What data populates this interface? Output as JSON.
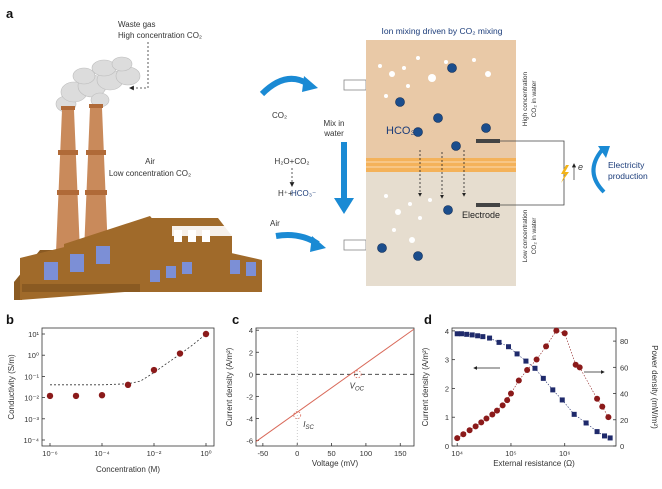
{
  "panels": {
    "a": "a",
    "b": "b",
    "c": "c",
    "d": "d"
  },
  "schematic": {
    "waste_gas": "Waste gas",
    "high_co2": "High concentration CO₂",
    "air": "Air",
    "low_co2": "Low concentration CO₂",
    "co2_inlet": "CO₂",
    "air_inlet": "Air",
    "mix_line1": "Mix in",
    "mix_line2": "water",
    "reaction_top": "H₂O+CO₂",
    "reaction_bottom_h": "H⁺+",
    "reaction_bottom_hco3": "HCO₃⁻",
    "ion_mixing_title": "Ion mixing driven by CO₂ mixing",
    "hco3_label": "HCO₃⁻",
    "electrode_label": "Electrode",
    "high_side_line1": "High concentration",
    "high_side_line2": "CO₂ in water",
    "low_side_line1": "Low concentration",
    "low_side_line2": "CO₂ in water",
    "electron_label": "e",
    "electricity_line1": "Electricity",
    "electricity_line2": "production"
  },
  "colors": {
    "accent_blue": "#1a8ad4",
    "building": "#a06a2a",
    "chimney": "#c98a5b",
    "water_top": "#e9c9a7",
    "water_bottom": "#e6ddcf",
    "membrane": "#f4b25a",
    "ion": "#1b4d8c",
    "marker_red": "#8b1a1a",
    "marker_navy": "#1f2a6b",
    "line_red": "#d96a5a",
    "title_blue": "#1b3c7a"
  },
  "chart_data": [
    {
      "type": "scatter",
      "xlabel": "Concentration (M)",
      "ylabel": "Conductivity (S/m)",
      "x_scale": "log",
      "y_scale": "log",
      "xticks": [
        "10⁻⁶",
        "10⁻⁴",
        "10⁻²",
        "10⁰"
      ],
      "yticks": [
        "10¹",
        "10⁰",
        "10⁻¹",
        "10⁻²",
        "10⁻³",
        "10⁻⁴"
      ],
      "xlim": [
        1e-06,
        1
      ],
      "ylim": [
        0.0001,
        10
      ],
      "points": [
        {
          "x": 1e-06,
          "y": 0.012
        },
        {
          "x": 1e-05,
          "y": 0.012
        },
        {
          "x": 0.0001,
          "y": 0.013
        },
        {
          "x": 0.001,
          "y": 0.04
        },
        {
          "x": 0.01,
          "y": 0.2
        },
        {
          "x": 0.1,
          "y": 1.2
        },
        {
          "x": 1,
          "y": 10
        }
      ],
      "fit": [
        {
          "x": 1e-06,
          "y": 0.04
        },
        {
          "x": 0.0001,
          "y": 0.04
        },
        {
          "x": 0.001,
          "y": 0.045
        },
        {
          "x": 0.003,
          "y": 0.06
        },
        {
          "x": 0.01,
          "y": 0.15
        },
        {
          "x": 0.03,
          "y": 0.4
        },
        {
          "x": 0.1,
          "y": 1.1
        },
        {
          "x": 0.3,
          "y": 3
        },
        {
          "x": 1,
          "y": 10
        }
      ]
    },
    {
      "type": "line",
      "xlabel": "Voltage (mV)",
      "ylabel": "Current density (A/m²)",
      "xlim": [
        -60,
        170
      ],
      "ylim": [
        -6.5,
        4.2
      ],
      "xticks": [
        -50,
        0,
        50,
        100,
        150
      ],
      "yticks": [
        4,
        2,
        0,
        -2,
        -4,
        -6
      ],
      "line": [
        {
          "x": -60,
          "y": -6.1
        },
        {
          "x": 170,
          "y": 4.1
        }
      ],
      "zero_line": 0,
      "isc": {
        "x": 0,
        "y": -3.7,
        "label": "I",
        "sub": "SC"
      },
      "voc": {
        "x": 88,
        "y": 0,
        "label": "V",
        "sub": "OC"
      }
    },
    {
      "type": "scatter",
      "xlabel": "External resistance (Ω)",
      "ylabel": "Current density (A/m²)",
      "y2label": "Power density (mW/m²)",
      "x_scale": "log",
      "xlim": [
        8000,
        9000000
      ],
      "xticks": [
        "10⁴",
        "10⁵",
        "10⁶"
      ],
      "ylim": [
        0,
        4.1
      ],
      "yticks": [
        0,
        1,
        2,
        3,
        4
      ],
      "y2lim": [
        0,
        90
      ],
      "y2ticks": [
        0,
        20,
        40,
        60,
        80
      ],
      "series": [
        {
          "axis": "left",
          "points": [
            {
              "x": 10000,
              "y": 3.9
            },
            {
              "x": 12000,
              "y": 3.9
            },
            {
              "x": 15000,
              "y": 3.88
            },
            {
              "x": 19000,
              "y": 3.86
            },
            {
              "x": 24000,
              "y": 3.83
            },
            {
              "x": 30000,
              "y": 3.8
            },
            {
              "x": 40000,
              "y": 3.75
            },
            {
              "x": 60000,
              "y": 3.6
            },
            {
              "x": 90000,
              "y": 3.45
            },
            {
              "x": 130000,
              "y": 3.2
            },
            {
              "x": 190000,
              "y": 2.95
            },
            {
              "x": 280000,
              "y": 2.7
            },
            {
              "x": 400000,
              "y": 2.35
            },
            {
              "x": 600000,
              "y": 1.95
            },
            {
              "x": 900000,
              "y": 1.6
            },
            {
              "x": 1500000,
              "y": 1.1
            },
            {
              "x": 2500000,
              "y": 0.8
            },
            {
              "x": 4000000,
              "y": 0.5
            },
            {
              "x": 5500000,
              "y": 0.35
            },
            {
              "x": 7000000,
              "y": 0.28
            }
          ]
        },
        {
          "axis": "right",
          "points": [
            {
              "x": 10000,
              "y": 6
            },
            {
              "x": 13000,
              "y": 9
            },
            {
              "x": 17000,
              "y": 12
            },
            {
              "x": 22000,
              "y": 15
            },
            {
              "x": 28000,
              "y": 18
            },
            {
              "x": 35000,
              "y": 21
            },
            {
              "x": 45000,
              "y": 24
            },
            {
              "x": 55000,
              "y": 27
            },
            {
              "x": 70000,
              "y": 31
            },
            {
              "x": 85000,
              "y": 35
            },
            {
              "x": 100000,
              "y": 40
            },
            {
              "x": 140000,
              "y": 50
            },
            {
              "x": 200000,
              "y": 58
            },
            {
              "x": 300000,
              "y": 66
            },
            {
              "x": 450000,
              "y": 76
            },
            {
              "x": 700000,
              "y": 88
            },
            {
              "x": 1000000,
              "y": 86
            },
            {
              "x": 1600000,
              "y": 62
            },
            {
              "x": 1900000,
              "y": 60
            },
            {
              "x": 4000000,
              "y": 36
            },
            {
              "x": 5000000,
              "y": 30
            },
            {
              "x": 6500000,
              "y": 22
            }
          ]
        }
      ]
    }
  ]
}
